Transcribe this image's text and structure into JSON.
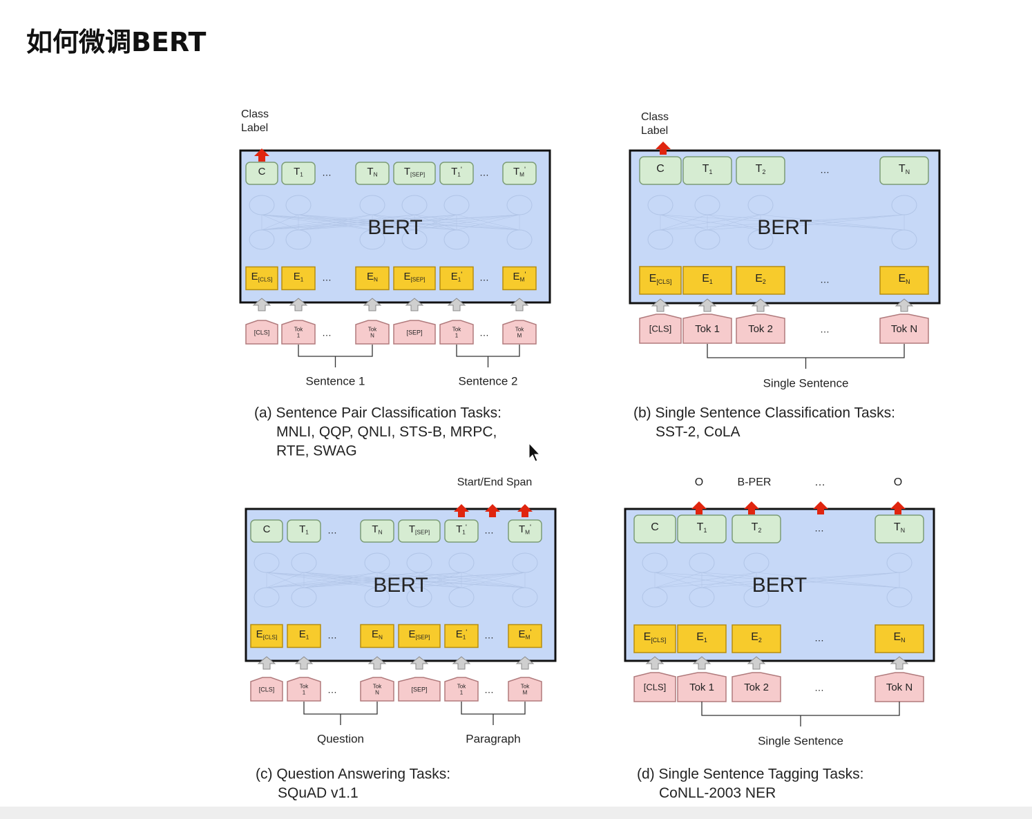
{
  "page": {
    "title": "如何微调BERT"
  },
  "panels": {
    "a": {
      "model": "BERT",
      "output_label": "Class\nLabel",
      "outputs": [
        "C",
        "T|1",
        "…",
        "T|N",
        "T|[SEP]",
        "T|1|'",
        "…",
        "T|M|'"
      ],
      "embeddings": [
        "E|[CLS]",
        "E|1",
        "…",
        "E|N",
        "E|[SEP]",
        "E|1|'",
        "…",
        "E|M|'"
      ],
      "tokens": [
        "[CLS]",
        "Tok\n1",
        "…",
        "Tok\nN",
        "[SEP]",
        "Tok\n1",
        "…",
        "Tok\nM"
      ],
      "groups": [
        "Sentence 1",
        "Sentence 2"
      ],
      "caption": [
        "(a) Sentence Pair Classification Tasks:",
        "MNLI, QQP, QNLI, STS-B, MRPC,",
        "RTE, SWAG"
      ]
    },
    "b": {
      "model": "BERT",
      "output_label": "Class\nLabel",
      "outputs": [
        "C",
        "T|1",
        "T|2",
        "…",
        "T|N"
      ],
      "embeddings": [
        "E|[CLS]",
        "E|1",
        "E|2",
        "…",
        "E|N"
      ],
      "tokens": [
        "[CLS]",
        "Tok 1",
        "Tok 2",
        "…",
        "Tok N"
      ],
      "groups": [
        "Single Sentence"
      ],
      "caption": [
        "(b) Single Sentence Classification Tasks:",
        "SST-2, CoLA"
      ]
    },
    "c": {
      "model": "BERT",
      "output_label": "Start/End Span",
      "outputs": [
        "C",
        "T|1",
        "…",
        "T|N",
        "T|[SEP]",
        "T|1|'",
        "…",
        "T|M|'"
      ],
      "embeddings": [
        "E|[CLS]",
        "E|1",
        "…",
        "E|N",
        "E|[SEP]",
        "E|1|'",
        "…",
        "E|M|'"
      ],
      "tokens": [
        "[CLS]",
        "Tok\n1",
        "…",
        "Tok\nN",
        "[SEP]",
        "Tok\n1",
        "…",
        "Tok\nM"
      ],
      "groups": [
        "Question",
        "Paragraph"
      ],
      "caption": [
        "(c) Question Answering Tasks:",
        "SQuAD v1.1"
      ]
    },
    "d": {
      "model": "BERT",
      "tag_labels": [
        "O",
        "B-PER",
        "…",
        "O"
      ],
      "outputs": [
        "C",
        "T|1",
        "T|2",
        "…",
        "T|N"
      ],
      "embeddings": [
        "E|[CLS]",
        "E|1",
        "E|2",
        "…",
        "E|N"
      ],
      "tokens": [
        "[CLS]",
        "Tok 1",
        "Tok 2",
        "…",
        "Tok N"
      ],
      "groups": [
        "Single Sentence"
      ],
      "caption": [
        "(d) Single Sentence Tagging Tasks:",
        "CoNLL-2003 NER"
      ]
    }
  },
  "colors": {
    "bert_box": "#c6d8f7",
    "output_box": "#d6ecd2",
    "embedding_box": "#f7cb2c",
    "token_box": "#f6cbcc",
    "arrow_red": "#e0250f",
    "arrow_gray": "#cfcfcf"
  }
}
